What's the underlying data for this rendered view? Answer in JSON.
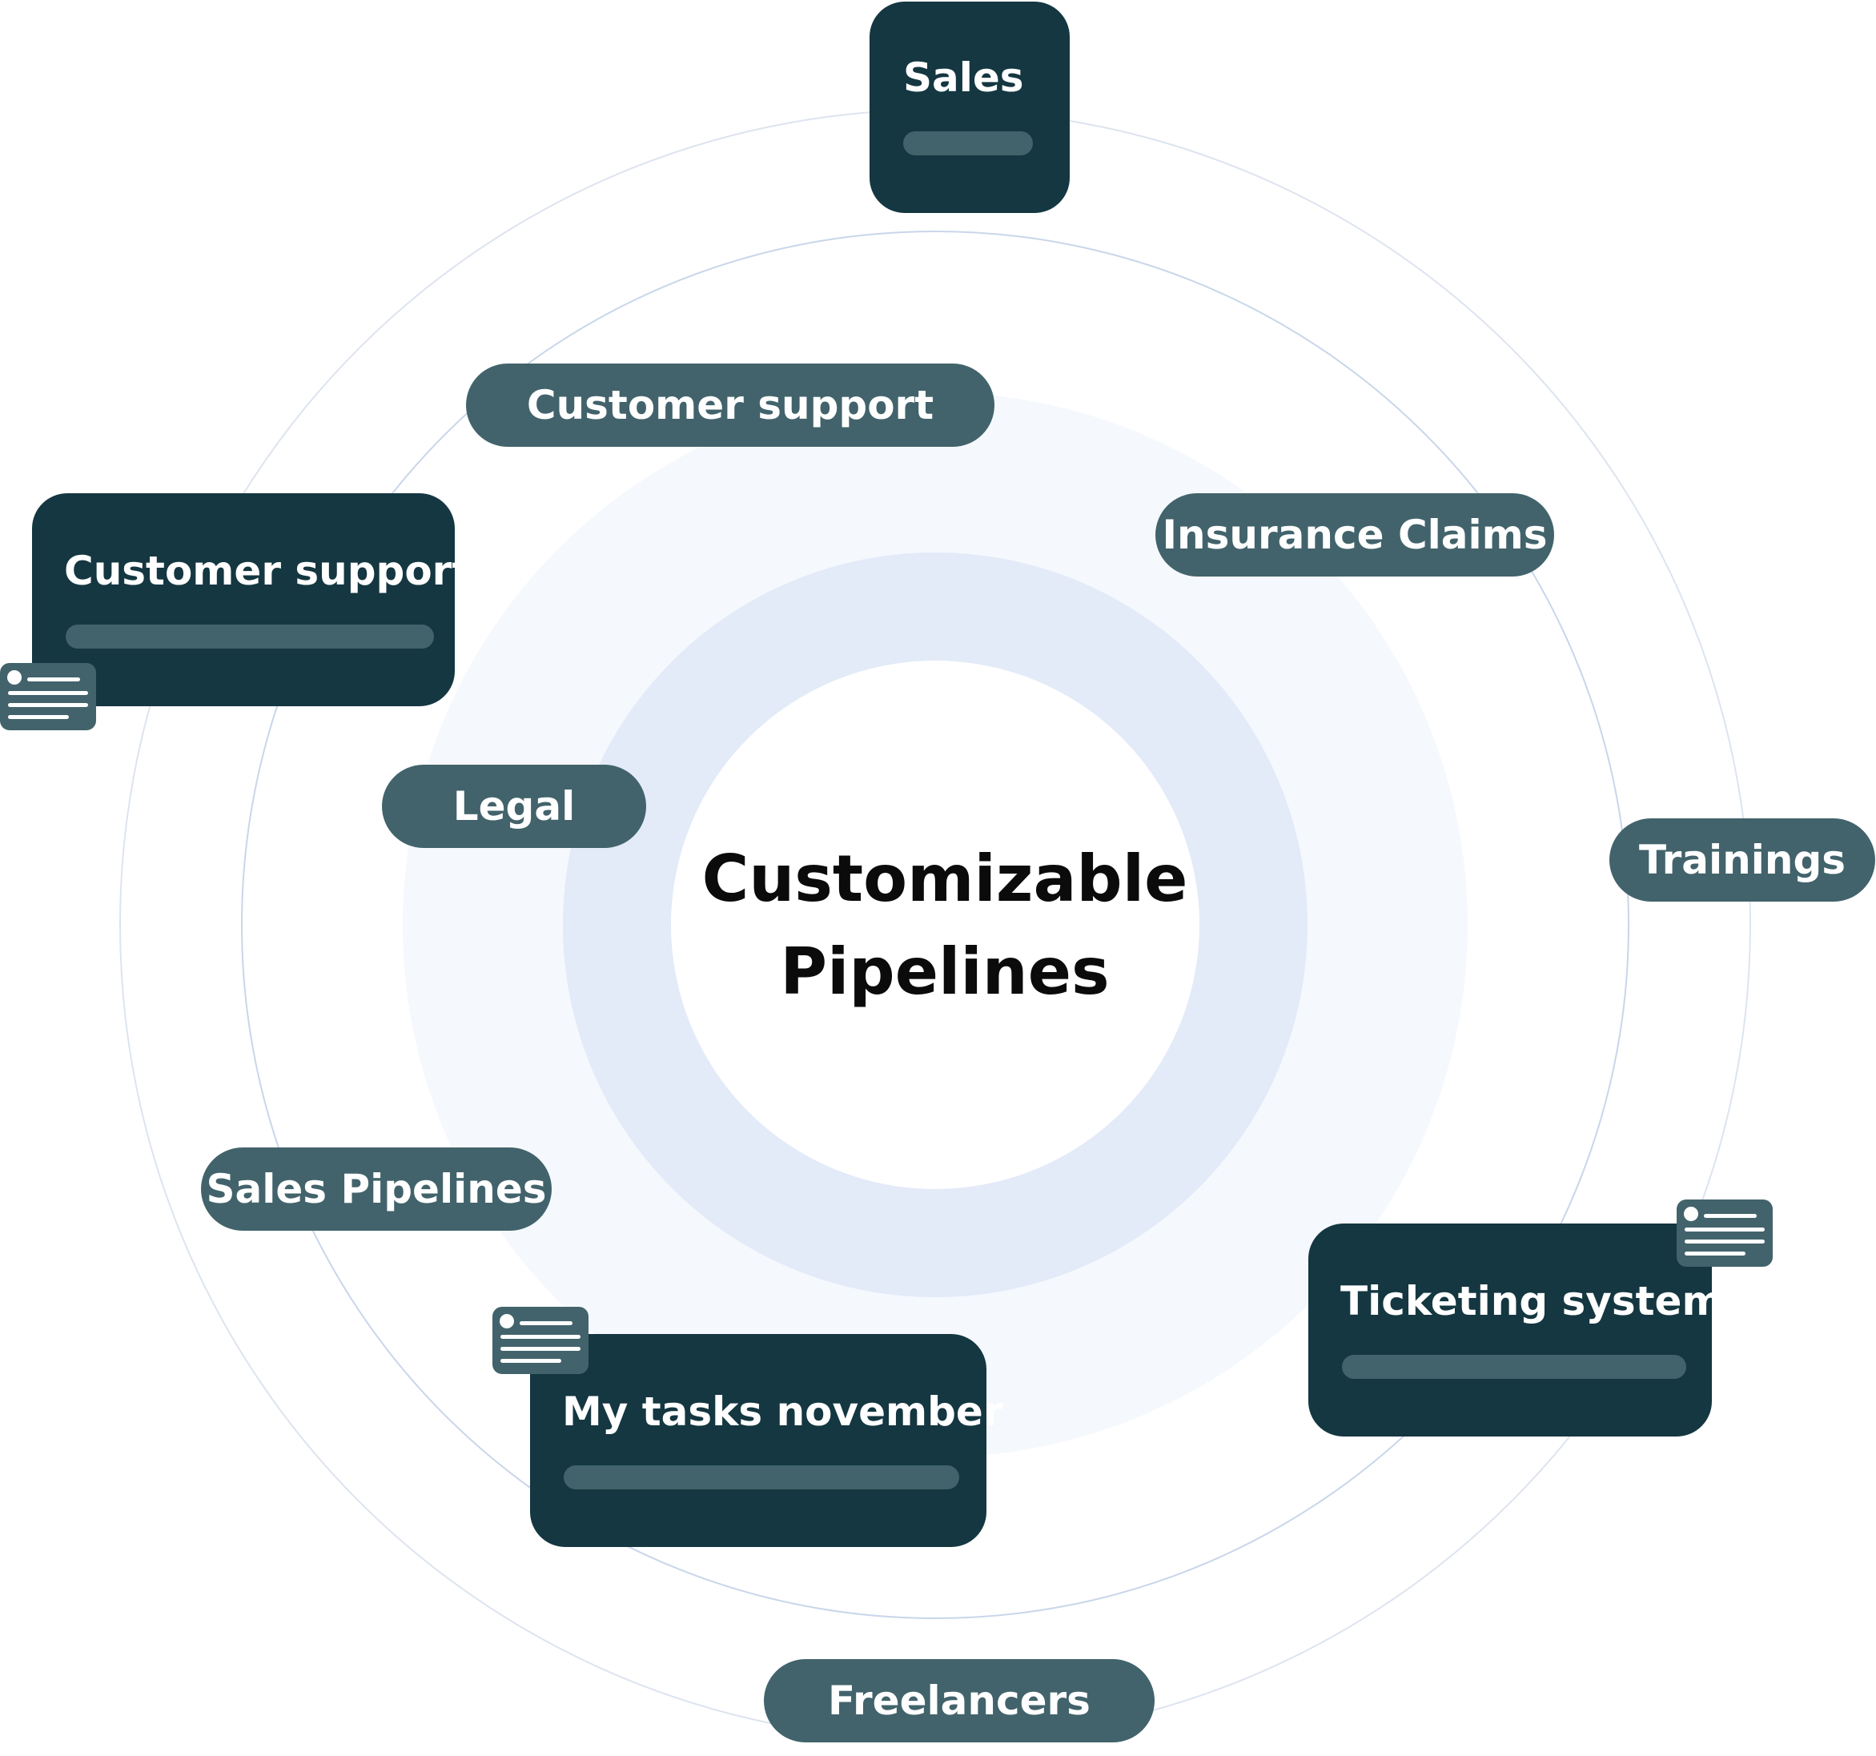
{
  "diagram": {
    "title_lines": [
      "Customizable",
      "Pipelines"
    ],
    "pills": {
      "customer_support": "Customer support",
      "insurance_claims": "Insurance Claims",
      "legal": "Legal",
      "trainings": "Trainings",
      "sales_pipelines": "Sales Pipelines",
      "freelancers": "Freelancers"
    },
    "cards": {
      "sales": "Sales",
      "customer_support": "Customer support",
      "ticketing_system": "Ticketing system",
      "my_tasks_november": "My tasks november"
    }
  },
  "colors": {
    "card_bg": "#143741",
    "pill_bg": "#42636b",
    "ring_line": "#c9d6ea",
    "halo_outer": "#f5f8fd",
    "halo_inner": "#e3eaf8"
  }
}
